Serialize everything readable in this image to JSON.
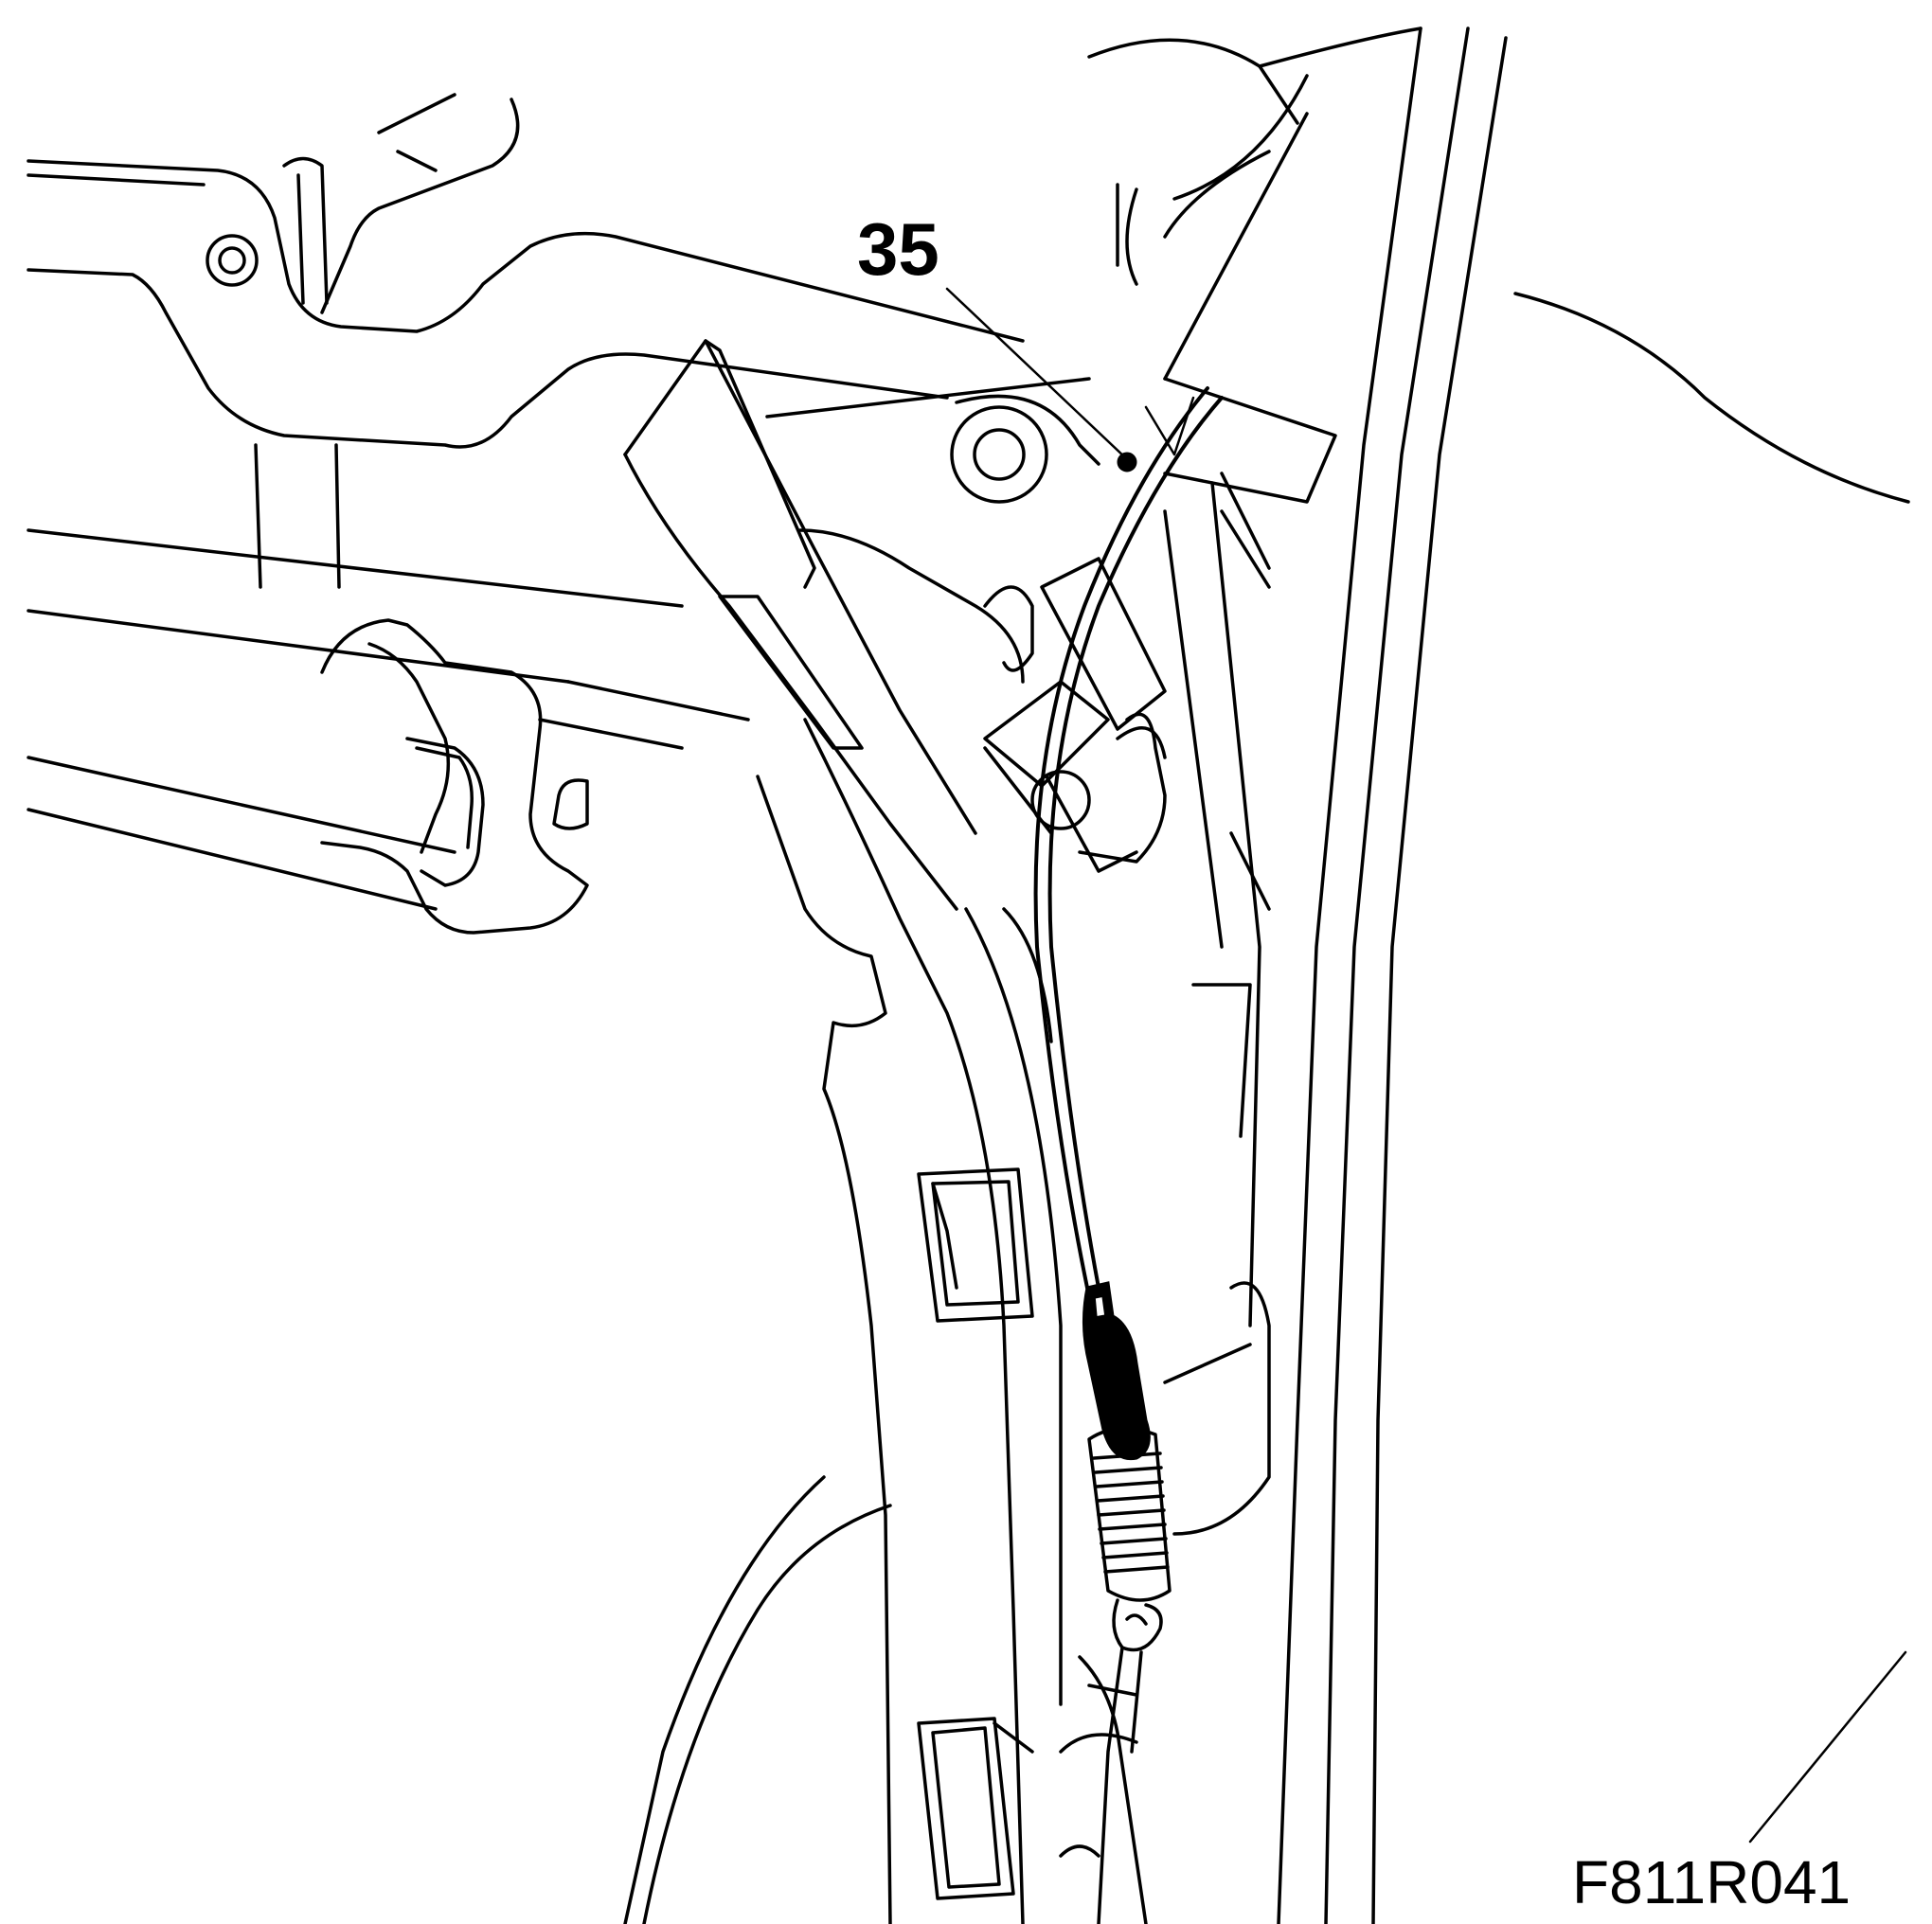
{
  "callouts": [
    {
      "label": "35",
      "target": "cable"
    }
  ],
  "figure_id": "F811R041",
  "colors": {
    "line": "#000000",
    "background": "#ffffff"
  }
}
